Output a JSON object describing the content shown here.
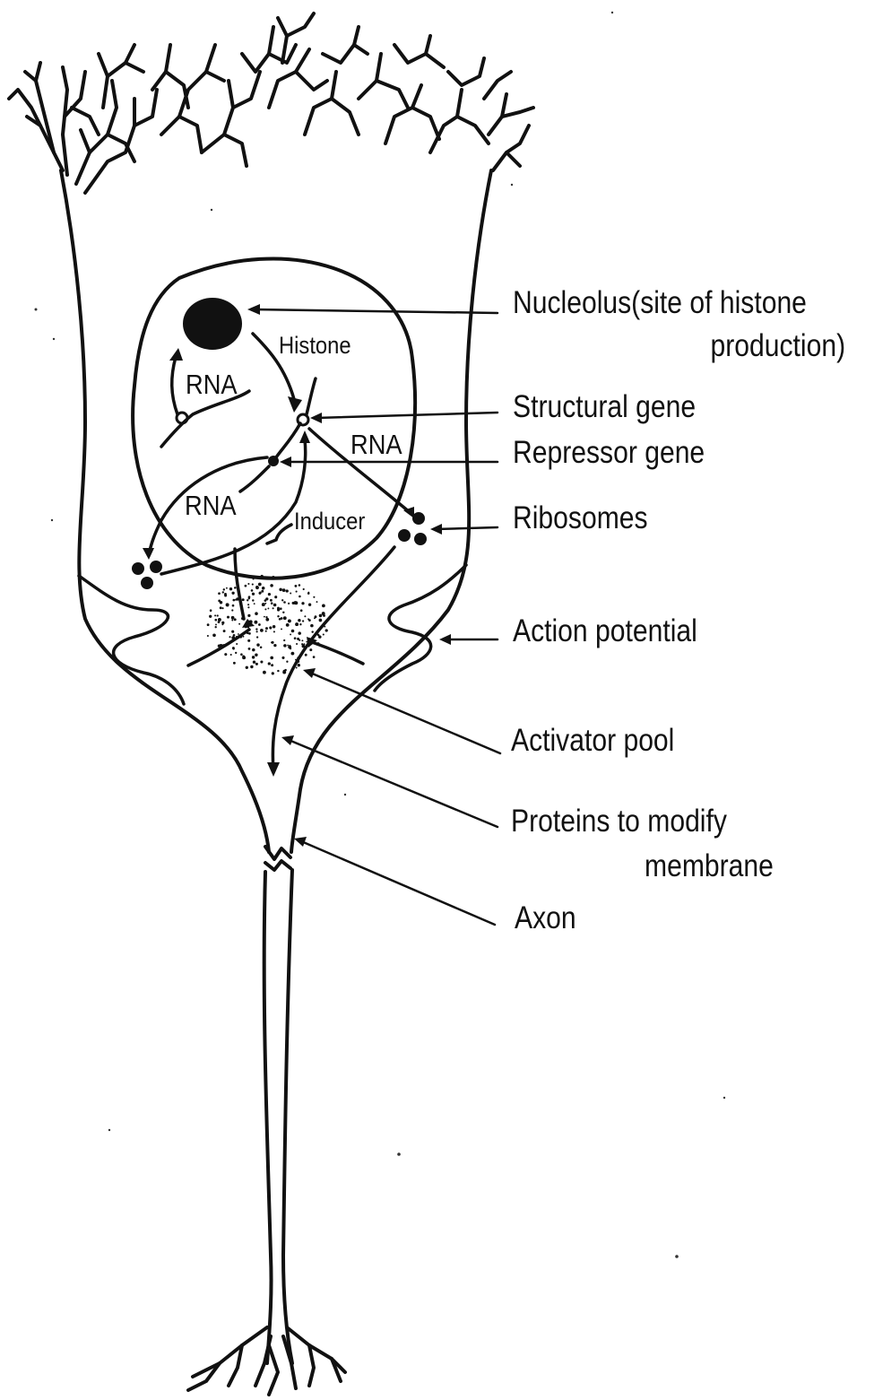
{
  "labels": {
    "nucleolus_line1": "Nucleolus(site of histone",
    "nucleolus_line2": "production)",
    "structural_gene": "Structural  gene",
    "repressor_gene": "Repressor  gene",
    "ribosomes": "Ribosomes",
    "action_potential": "Action  potential",
    "activator_pool": "Activator  pool",
    "proteins_line1": "Proteins  to  modify",
    "proteins_line2": "membrane",
    "axon": "Axon"
  },
  "inner_labels": {
    "histone": "Histone",
    "rna_left_top": "RNA",
    "rna_right": "RNA",
    "rna_left_bottom": "RNA",
    "inducer": "Inducer"
  }
}
